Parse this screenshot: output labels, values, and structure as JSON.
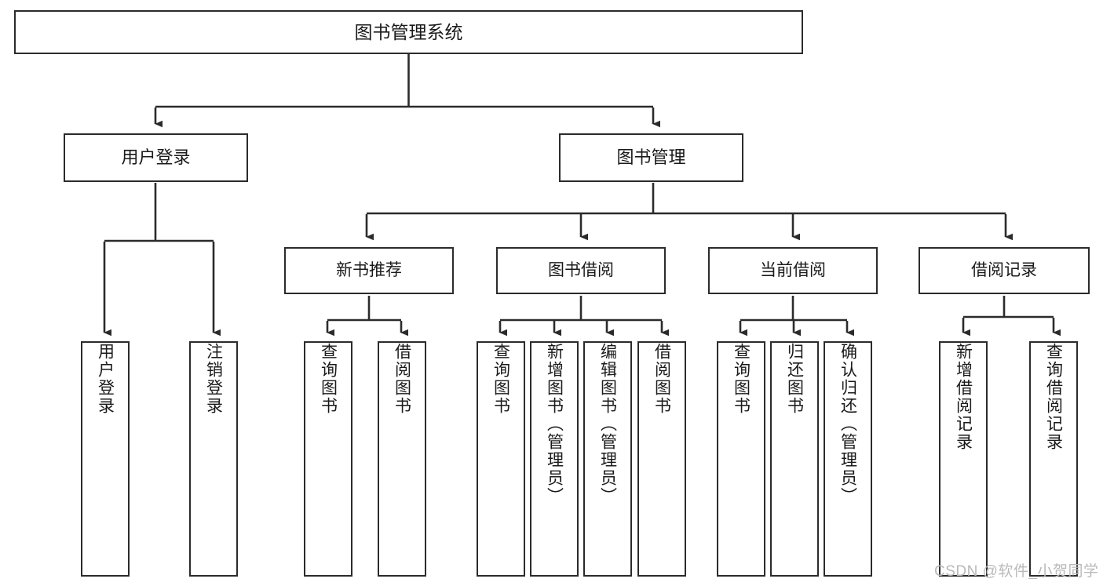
{
  "diagram": {
    "title": "图书管理系统",
    "type": "tree-hierarchy",
    "watermark": "CSDN @软件_小贺同学",
    "colors": {
      "box_border": "#2b2b2b",
      "box_fill": "#ffffff",
      "edge": "#2b2b2b",
      "text": "#1a1a1a",
      "watermark": "#b9b9b9",
      "background": "#ffffff"
    },
    "nodes": {
      "root": {
        "label": "图书管理系统"
      },
      "level1": [
        {
          "id": "user-login",
          "label": "用户登录"
        },
        {
          "id": "book-manage",
          "label": "图书管理"
        }
      ],
      "level2": [
        {
          "id": "new-book-recommend",
          "label": "新书推荐"
        },
        {
          "id": "book-borrow",
          "label": "图书借阅"
        },
        {
          "id": "current-borrow",
          "label": "当前借阅"
        },
        {
          "id": "borrow-record",
          "label": "借阅记录"
        }
      ],
      "leaves": {
        "user-login": [
          {
            "id": "leaf-user-login",
            "label": "用户登录"
          },
          {
            "id": "leaf-logout-login",
            "label": "注销登录"
          }
        ],
        "new-book-recommend": [
          {
            "id": "leaf-query-book-1",
            "label": "查询图书"
          },
          {
            "id": "leaf-borrow-book-1",
            "label": "借阅图书"
          }
        ],
        "book-borrow": [
          {
            "id": "leaf-query-book-2",
            "label": "查询图书"
          },
          {
            "id": "leaf-add-book",
            "label": "新增图书（管理员）"
          },
          {
            "id": "leaf-edit-book",
            "label": "编辑图书（管理员）"
          },
          {
            "id": "leaf-borrow-book-2",
            "label": "借阅图书"
          }
        ],
        "current-borrow": [
          {
            "id": "leaf-query-book-3",
            "label": "查询图书"
          },
          {
            "id": "leaf-return-book",
            "label": "归还图书"
          },
          {
            "id": "leaf-confirm-return",
            "label": "确认归还（管理员）"
          }
        ],
        "borrow-record": [
          {
            "id": "leaf-add-record",
            "label": "新增借阅记录"
          },
          {
            "id": "leaf-query-record",
            "label": "查询借阅记录"
          }
        ]
      }
    }
  }
}
